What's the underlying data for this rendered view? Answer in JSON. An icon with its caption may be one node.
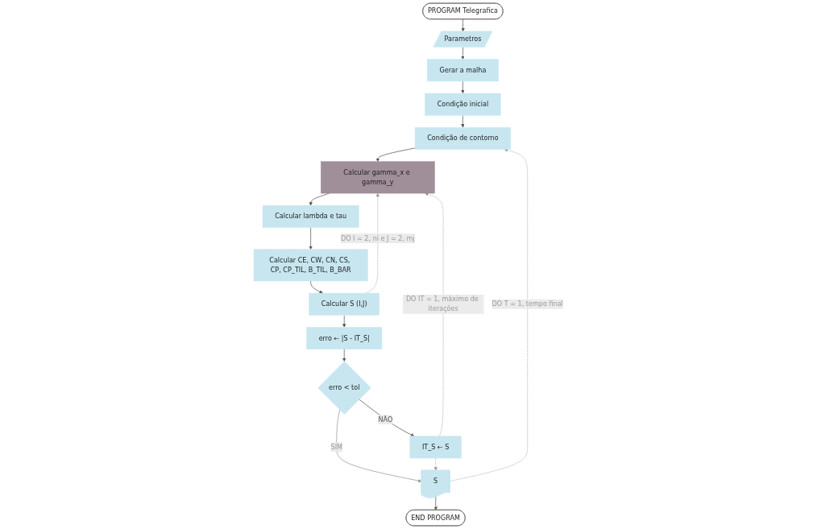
{
  "diagram": {
    "nodes": [
      {
        "text": [
          "PROGRAM Telegrafica"
        ]
      },
      {
        "text": [
          "Parametros"
        ]
      },
      {
        "text": [
          "Gerar a malha"
        ]
      },
      {
        "text": [
          "Condição inicial"
        ]
      },
      {
        "text": [
          "Condição de contorno"
        ]
      },
      {
        "text": [
          "Calcular gamma_x e gamma_y"
        ]
      },
      {
        "text": [
          "Calcular lambda e tau"
        ]
      },
      {
        "text": [
          "Calcular CE, CW, CN, CS, CP, CP_TIL, B_TIL, B_BAR"
        ]
      },
      {
        "text": [
          "Calcular S (I,J)"
        ]
      },
      {
        "text": [
          "erro ← |S - IT_S|"
        ]
      },
      {
        "text": [
          "erro < tol"
        ]
      },
      {
        "text": [
          "IT_S  ← S"
        ]
      },
      {
        "text": [
          "S"
        ]
      },
      {
        "text": [
          "END PROGRAM"
        ]
      }
    ],
    "edges": [
      {
        "from": 0,
        "to": 1,
        "arrow": "to"
      },
      {
        "from": 1,
        "to": 2,
        "arrow": "to"
      },
      {
        "from": 2,
        "to": 3,
        "arrow": "to"
      },
      {
        "from": 3,
        "to": 4,
        "arrow": "to"
      },
      {
        "from": 4,
        "to": 5,
        "arrow": "to"
      },
      {
        "from": 5,
        "to": 6,
        "arrow": "to"
      },
      {
        "from": 6,
        "to": 7,
        "arrow": "to"
      },
      {
        "from": 7,
        "to": 8,
        "arrow": "to"
      },
      {
        "from": 8,
        "to": 5,
        "arrow": "to",
        "label": "DO I = 2, ni e J = 2, mj",
        "style": "dashed",
        "color": "#999999"
      },
      {
        "from": 8,
        "to": 9,
        "arrow": "to"
      },
      {
        "from": 9,
        "to": 10,
        "arrow": "to"
      },
      {
        "from": 10,
        "to": 11,
        "arrow": "to",
        "label": "NÃO"
      },
      {
        "from": 10,
        "to": 12,
        "arrow": "to",
        "label": "SIM",
        "color": "#999999"
      },
      {
        "from": 11,
        "to": 12,
        "arrow": "to",
        "style": "dashed",
        "color": "#999999"
      },
      {
        "from": 11,
        "to": 5,
        "arrow": "to",
        "label": "DO IT = 1, máximo de iterações",
        "style": "dashed",
        "color": "#999999"
      },
      {
        "from": 12,
        "to": 13,
        "arrow": "to"
      },
      {
        "from": 12,
        "to": 4,
        "arrow": "to",
        "label": "DO T = 1, tempo final",
        "style": "dashed",
        "color": "#999999"
      }
    ]
  }
}
